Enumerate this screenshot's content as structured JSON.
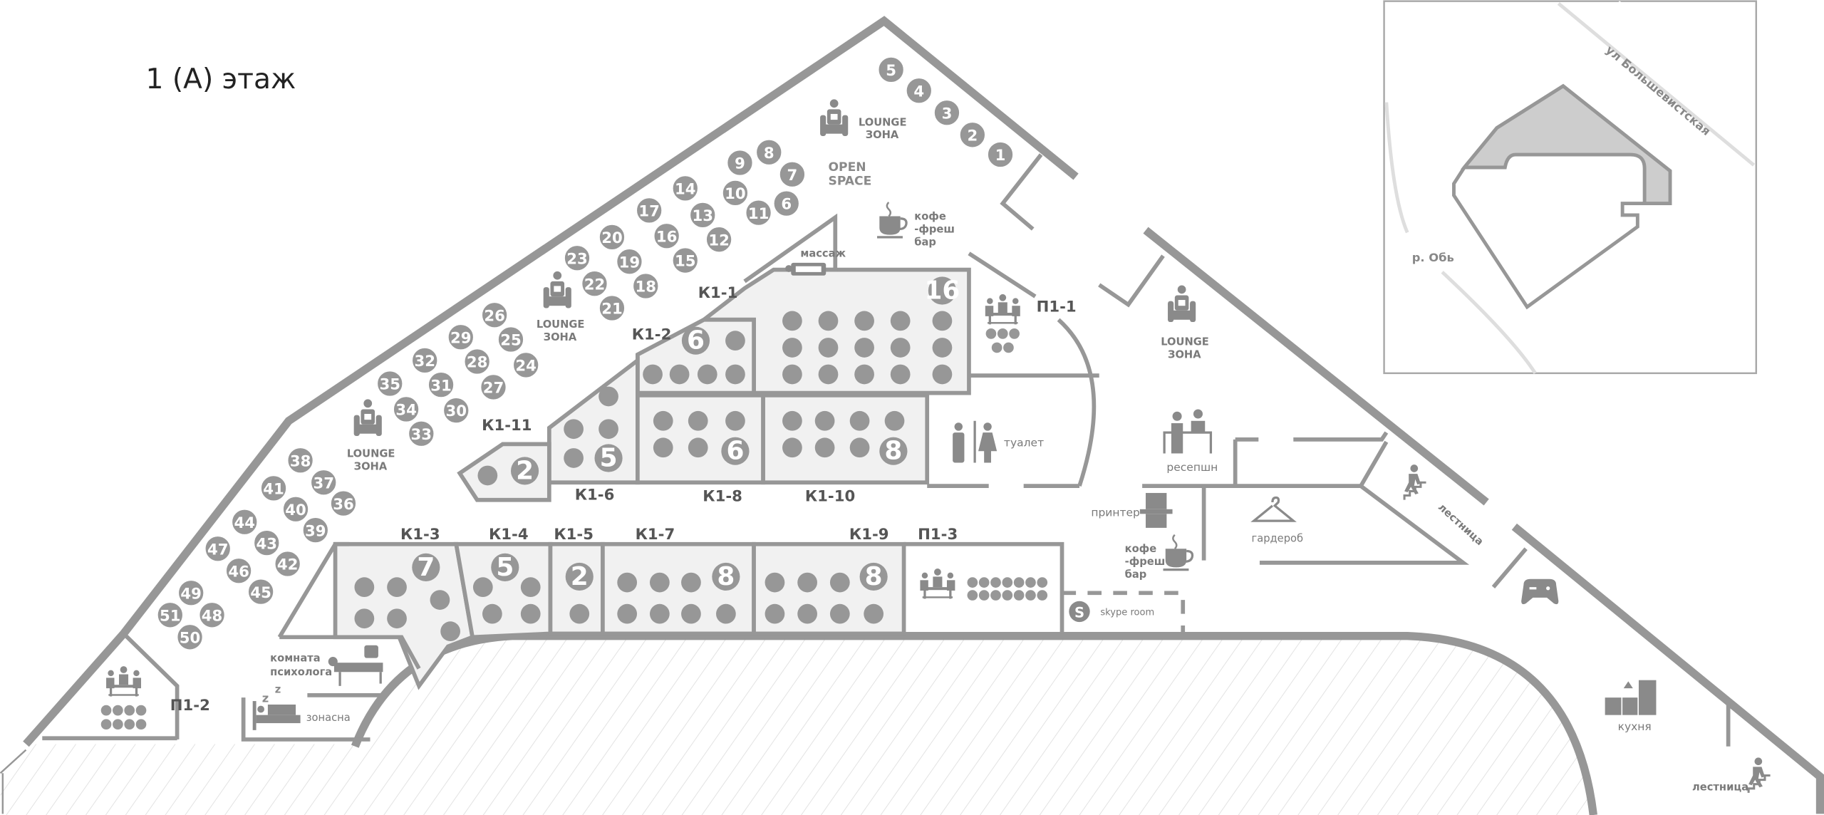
{
  "title": "1 (А) этаж",
  "seats": [
    "1",
    "2",
    "3",
    "4",
    "5",
    "6",
    "7",
    "8",
    "9",
    "10",
    "11",
    "12",
    "13",
    "14",
    "15",
    "16",
    "17",
    "18",
    "19",
    "20",
    "21",
    "22",
    "23",
    "24",
    "25",
    "26",
    "27",
    "28",
    "29",
    "30",
    "31",
    "32",
    "33",
    "34",
    "35",
    "36",
    "37",
    "38",
    "39",
    "40",
    "41",
    "42",
    "43",
    "44",
    "45",
    "46",
    "47",
    "48",
    "49",
    "50",
    "51"
  ],
  "rooms": {
    "k1_1": {
      "code": "К1-1",
      "capacity": "16"
    },
    "k1_2": {
      "code": "К1-2",
      "capacity": "6"
    },
    "k1_11": {
      "code": "К1-11",
      "capacity": "2"
    },
    "k1_6": {
      "code": "К1-6",
      "capacity": "5"
    },
    "k1_8": {
      "code": "К1-8",
      "capacity": "6"
    },
    "k1_10": {
      "code": "К1-10",
      "capacity": "8"
    },
    "k1_3": {
      "code": "К1-3",
      "capacity": "7"
    },
    "k1_4": {
      "code": "К1-4",
      "capacity": "5"
    },
    "k1_5": {
      "code": "К1-5",
      "capacity": "2"
    },
    "k1_7": {
      "code": "К1-7",
      "capacity": "8"
    },
    "k1_9": {
      "code": "К1-9",
      "capacity": "8"
    },
    "p1_1": {
      "code": "П1-1"
    },
    "p1_2": {
      "code": "П1-2"
    },
    "p1_3": {
      "code": "П1-3"
    }
  },
  "zones": {
    "lounge": [
      "LOUNGE",
      "ЗОНА"
    ],
    "open_space": [
      "OPEN",
      "SPACE"
    ],
    "coffee": [
      "кофе",
      "-фреш",
      "бар"
    ],
    "massage": "массаж",
    "toilet": "туалет",
    "reception": "ресепшн",
    "printer": "принтер",
    "wardrobe": "гардероб",
    "stairs": "лестница",
    "skype": "skype room",
    "psychologist": [
      "комната",
      "психолога"
    ],
    "sleep": "зонасна",
    "kitchen": "кухня"
  },
  "inset": {
    "street": "ул Большевистская",
    "river": "р. Обь"
  }
}
